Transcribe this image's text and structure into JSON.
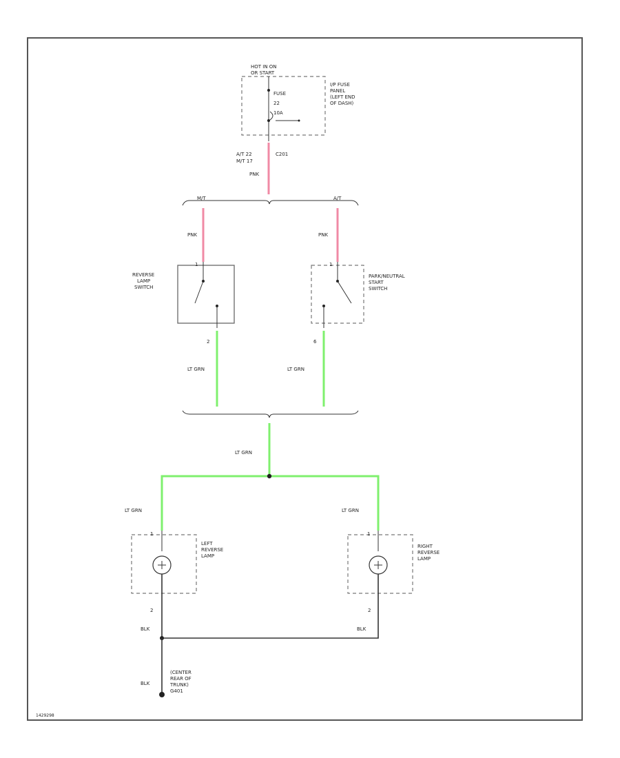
{
  "fuse_panel": {
    "hot_label_1": "HOT IN ON",
    "hot_label_2": "OR START",
    "fuse_label_1": "FUSE",
    "fuse_label_2": "22",
    "fuse_label_3": "10A",
    "panel_label_1": "I/P FUSE",
    "panel_label_2": "PANEL",
    "panel_label_3": "(LEFT END",
    "panel_label_4": "OF DASH)"
  },
  "feed_wire": {
    "circuit_1": "A/T 22",
    "circuit_2": "M/T 17",
    "color": "PNK",
    "splice": "C201"
  },
  "branch": {
    "left_label": "M/T",
    "right_label": "A/T"
  },
  "reverse_switch": {
    "wire_color": "PNK",
    "pin_in": "1",
    "label_1": "REVERSE",
    "label_2": "LAMP",
    "label_3": "SWITCH",
    "pin_out": "2",
    "out_wire": "LT GRN"
  },
  "pn_switch": {
    "wire_color": "PNK",
    "pin_in": "1",
    "label_1": "PARK/NEUTRAL",
    "label_2": "START",
    "label_3": "SWITCH",
    "pin_out": "6",
    "out_wire": "LT GRN"
  },
  "merged_wire": {
    "color": "LT GRN"
  },
  "left_lamp": {
    "wire_color": "LT GRN",
    "pin_in": "1",
    "label_1": "LEFT",
    "label_2": "REVERSE",
    "label_3": "LAMP",
    "pin_out": "2",
    "ground_wire": "BLK"
  },
  "right_lamp": {
    "wire_color": "LT GRN",
    "pin_in": "1",
    "label_1": "RIGHT",
    "label_2": "REVERSE",
    "label_3": "LAMP",
    "pin_out": "2",
    "ground_wire": "BLK"
  },
  "ground": {
    "wire_color": "BLK",
    "label_1": "(CENTER",
    "label_2": "REAR OF",
    "label_3": "TRUNK)",
    "label_4": "G401"
  },
  "figure_id": "1429298"
}
